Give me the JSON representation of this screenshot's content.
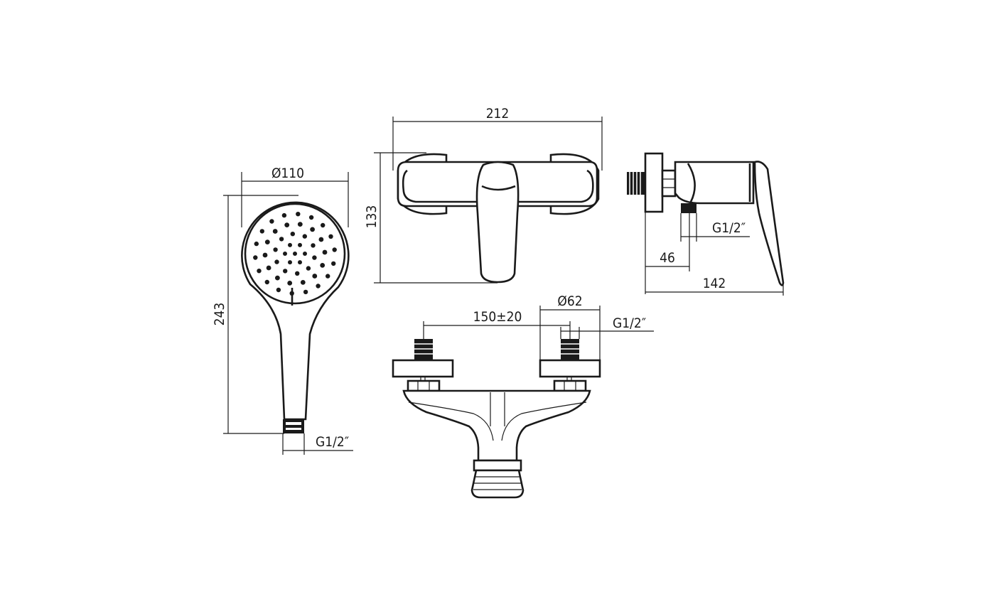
{
  "colors": {
    "line": "#1a1a1a",
    "background": "#ffffff"
  },
  "hand_shower": {
    "diameter_label": "Ø110",
    "length_label": "243",
    "thread_label": "G1/2″"
  },
  "mixer_front": {
    "width_label": "212",
    "height_label": "133"
  },
  "mixer_side": {
    "thread_label": "G1/2″",
    "depth_small_label": "46",
    "depth_total_label": "142"
  },
  "mixer_top": {
    "center_distance_label": "150±20",
    "flange_diameter_label": "Ø62",
    "thread_label": "G1/2″"
  }
}
